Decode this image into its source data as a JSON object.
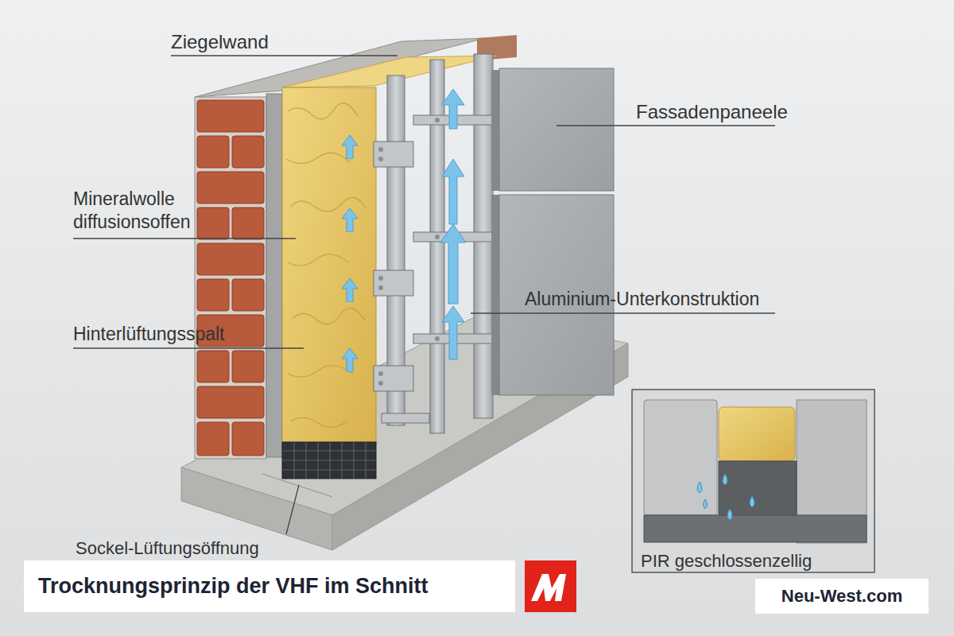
{
  "diagram": {
    "title": "Trocknungsprinzip der VHF im Schnitt",
    "labels": [
      "Ziegelwand",
      "Fassadenpaneele",
      "Mineralwolle diffusionsoffen",
      "Hinterlüftungsspalt",
      "Aluminium-Unterkonstruktion",
      "Sockel-Lüftungsöffnung",
      "PIR geschlossenzellig",
      "Neu-West.com"
    ]
  }
}
